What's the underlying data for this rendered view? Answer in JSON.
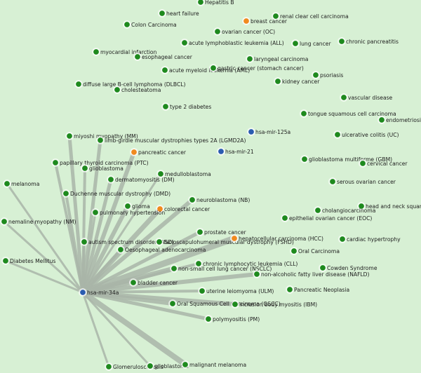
{
  "colors": {
    "background": "#d7f0d4",
    "edge": "#a9b5a8",
    "disease_node": "#1e8a1e",
    "mirna_node": "#2a5cb0",
    "highlight_node": "#f08a1e",
    "highlight_label": "#d9601a",
    "mirna_label": "#1a3c8c",
    "label": "#1c1c1c"
  },
  "nodes": {
    "mir34a": "hsa-mir-34a",
    "mir125a": "hsa-mir-125a",
    "mir21": "hsa-mir-21",
    "hepatitis_b": "Hepatitis B",
    "heart_failure": "heart failure",
    "renal_clear_cell": "renal clear cell carcinoma",
    "breast_cancer": "breast cancer",
    "colon_carcinoma": "Colon Carcinoma",
    "ovarian_cancer_oc": "ovarian cancer (OC)",
    "all": "acute lymphoblastic leukemia (ALL)",
    "lung_cancer": "lung cancer",
    "chronic_pancreatitis": "chronic pancreatitis",
    "myocardial_infarction": "myocardial infarction",
    "esophageal_cancer": "esophageal cancer",
    "laryngeal_carcinoma": "laryngeal carcinoma",
    "aml": "acute myeloid leukemia (AML)",
    "gastric_cancer": "gastric cancer (stomach cancer)",
    "psoriasis": "psoriasis",
    "dlbcl": "diffuse large B-cell lymphoma (DLBCL)",
    "kidney_cancer": "kidney cancer",
    "cholesteatoma": "cholesteatoma",
    "vascular_disease": "vascular disease",
    "type2_diabetes": "type 2 diabetes",
    "tongue_scc": "tongue squamous cell carcinoma",
    "endometriosis": "endometriosis",
    "ulcerative_colitis": "ulcerative colitis (UC)",
    "miyoshi": "miyoshi myopathy (MM)",
    "lgmd2a": "limb-girdle muscular dystrophies types 2A (LGMD2A)",
    "pancreatic_cancer": "pancreatic cancer",
    "gbm": "glioblastoma multiforme (GBM)",
    "cervical_cancer": "cervical cancer",
    "ptc": "papillary thyroid carcinoma (PTC)",
    "glioblastoma": "glioblastoma",
    "medulloblastoma": "medulloblastoma",
    "dermatomyositis": "dermatomyositis (DM)",
    "serous_ovarian": "serous ovarian cancer",
    "melanoma": "melanoma",
    "dmd": "Duchenne muscular dystrophy (DMD)",
    "neuroblastoma": "neuroblastoma (NB)",
    "head_neck": "head and neck squamous",
    "glioma": "glioma",
    "colorectal_cancer": "colorectal cancer",
    "cholangiocarcinoma": "cholangiocarcinoma",
    "pulmonary_hypertension": "pulmonary hypertension",
    "eoc": "epithelial ovarian cancer (EOC)",
    "nemaline": "nemaline myopathy (NM)",
    "prostate_cancer": "prostate cancer",
    "cardiac_hypertrophy": "cardiac hypertrophy",
    "autism": "autism spectrum disorder (ASD)",
    "fshd": "facioscapulohumeral muscular dystrophy (FSHD)",
    "hcc": "hepatocellular carcinoma (HCC)",
    "oesophageal_adeno": "Oesophageal adenocarcinoma",
    "oral_carcinoma": "Oral Carcinoma",
    "diabetes_mellitus": "Diabetes Mellitus",
    "cll": "chronic lymphocytic leukemia (CLL)",
    "cowden": "Cowden Syndrome",
    "nsclc": "non-small cell lung cancer (NSCLC)",
    "nafld": "non-alcoholic fatty liver disease (NAFLD)",
    "bladder_cancer": "bladder cancer",
    "pancreatic_neoplasia": "Pancreatic Neoplasia",
    "ulm": "uterine leiomyoma (ULM)",
    "oscc": "Oral Squamous Cell Carcinoma (OSCC)",
    "ibm": "inclusion body myositis (IBM)",
    "polymyositis": "polymyositis (PM)",
    "glomerulosclerosis": "Glomerulosclerosis",
    "glioblastoma2": "glioblastoma",
    "malignant_melanoma": "malignant melanoma"
  }
}
